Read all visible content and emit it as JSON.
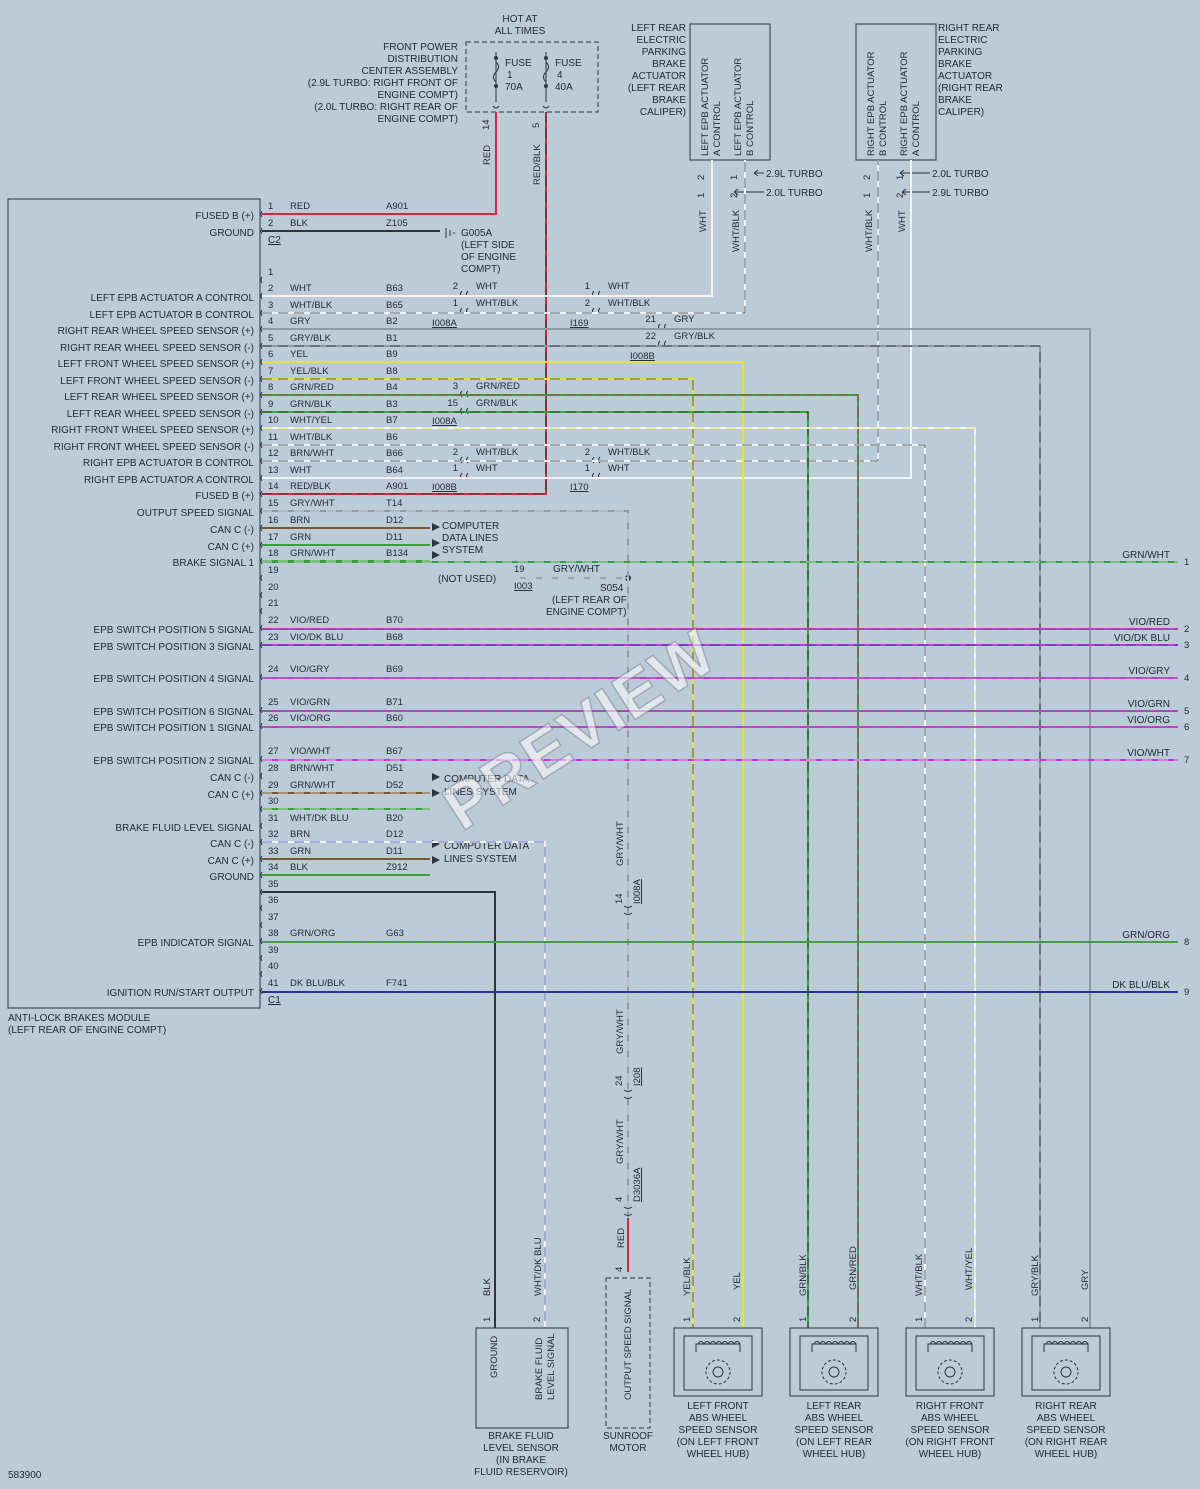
{
  "top": {
    "hot_at_all_times": [
      "HOT AT",
      "ALL TIMES"
    ],
    "pdc_label": [
      "FRONT POWER",
      "DISTRIBUTION",
      "CENTER ASSEMBLY",
      "(2.9L TURBO: RIGHT FRONT OF",
      "ENGINE COMPT)",
      "(2.0L TURBO: RIGHT REAR OF",
      "ENGINE COMPT)"
    ],
    "fuse1": [
      "FUSE",
      "1",
      "70A"
    ],
    "fuse2": [
      "FUSE",
      "4",
      "40A"
    ],
    "fuse1_pin": "14",
    "fuse2_pin": "5",
    "fuse1_wire": "RED",
    "fuse2_wire": "RED/BLK",
    "left_epb_title": [
      "LEFT REAR",
      "ELECTRIC",
      "PARKING",
      "BRAKE",
      "ACTUATOR",
      "(LEFT REAR",
      "BRAKE",
      "CALIPER)"
    ],
    "left_epb_pins": [
      "LEFT EPB ACTUATOR",
      "A CONTROL",
      "LEFT EPB ACTUATOR",
      "B CONTROL"
    ],
    "right_epb_title": [
      "RIGHT REAR",
      "ELECTRIC",
      "PARKING",
      "BRAKE",
      "ACTUATOR",
      "(RIGHT REAR",
      "BRAKE",
      "CALIPER)"
    ],
    "right_epb_pins": [
      "RIGHT EPB ACTUATOR",
      "B CONTROL",
      "RIGHT EPB ACTUATOR",
      "A CONTROL"
    ],
    "engine_29": "2.9L TURBO",
    "engine_20": "2.0L TURBO",
    "epb_pin_numbers": [
      "2",
      "1",
      "2",
      "1"
    ],
    "left_epb_wires": [
      "WHT",
      "WHT/BLK"
    ],
    "right_epb_wires": [
      "WHT/BLK",
      "WHT"
    ]
  },
  "module": {
    "name": "ANTI-LOCK BRAKES MODULE",
    "location": "(LEFT REAR OF ENGINE COMPT)",
    "c2": "C2",
    "c1": "C1",
    "ground_ref": [
      "G005A",
      "(LEFT SIDE",
      "OF ENGINE",
      "COMPT)"
    ]
  },
  "pins": [
    {
      "n": "1",
      "label": "FUSED B (+)",
      "color": "RED",
      "circuit": "A901"
    },
    {
      "n": "2",
      "label": "GROUND",
      "color": "BLK",
      "circuit": "Z105"
    },
    {
      "n": "1",
      "label": "",
      "color": "",
      "circuit": ""
    },
    {
      "n": "2",
      "label": "LEFT EPB ACTUATOR A CONTROL",
      "color": "WHT",
      "circuit": "B63"
    },
    {
      "n": "3",
      "label": "LEFT EPB ACTUATOR B CONTROL",
      "color": "WHT/BLK",
      "circuit": "B65"
    },
    {
      "n": "4",
      "label": "RIGHT REAR WHEEL SPEED SENSOR (+)",
      "color": "GRY",
      "circuit": "B2"
    },
    {
      "n": "5",
      "label": "RIGHT REAR WHEEL SPEED SENSOR (-)",
      "color": "GRY/BLK",
      "circuit": "B1"
    },
    {
      "n": "6",
      "label": "LEFT FRONT WHEEL SPEED SENSOR (+)",
      "color": "YEL",
      "circuit": "B9"
    },
    {
      "n": "7",
      "label": "LEFT FRONT WHEEL SPEED SENSOR (-)",
      "color": "YEL/BLK",
      "circuit": "B8"
    },
    {
      "n": "8",
      "label": "LEFT REAR WHEEL SPEED SENSOR (+)",
      "color": "GRN/RED",
      "circuit": "B4"
    },
    {
      "n": "9",
      "label": "LEFT REAR WHEEL SPEED SENSOR (-)",
      "color": "GRN/BLK",
      "circuit": "B3"
    },
    {
      "n": "10",
      "label": "RIGHT FRONT WHEEL SPEED SENSOR (+)",
      "color": "WHT/YEL",
      "circuit": "B7"
    },
    {
      "n": "11",
      "label": "RIGHT FRONT WHEEL SPEED SENSOR (-)",
      "color": "WHT/BLK",
      "circuit": "B6"
    },
    {
      "n": "12",
      "label": "RIGHT EPB ACTUATOR B CONTROL",
      "color": "BRN/WHT",
      "circuit": "B66"
    },
    {
      "n": "13",
      "label": "RIGHT EPB ACTUATOR A CONTROL",
      "color": "WHT",
      "circuit": "B64"
    },
    {
      "n": "14",
      "label": "FUSED B (+)",
      "color": "RED/BLK",
      "circuit": "A901"
    },
    {
      "n": "15",
      "label": "OUTPUT SPEED SIGNAL",
      "color": "GRY/WHT",
      "circuit": "T14"
    },
    {
      "n": "16",
      "label": "CAN C (-)",
      "color": "BRN",
      "circuit": "D12"
    },
    {
      "n": "17",
      "label": "CAN C (+)",
      "color": "GRN",
      "circuit": "D11"
    },
    {
      "n": "18",
      "label": "BRAKE SIGNAL 1",
      "color": "GRN/WHT",
      "circuit": "B134"
    },
    {
      "n": "19",
      "label": "",
      "color": "",
      "circuit": ""
    },
    {
      "n": "20",
      "label": "",
      "color": "",
      "circuit": ""
    },
    {
      "n": "21",
      "label": "",
      "color": "",
      "circuit": ""
    },
    {
      "n": "22",
      "label": "EPB SWITCH POSITION 5 SIGNAL",
      "color": "VIO/RED",
      "circuit": "B70"
    },
    {
      "n": "23",
      "label": "EPB SWITCH POSITION 3 SIGNAL",
      "color": "VIO/DK BLU",
      "circuit": "B68"
    },
    {
      "n": "24",
      "label": "EPB SWITCH POSITION 4 SIGNAL",
      "color": "VIO/GRY",
      "circuit": "B69"
    },
    {
      "n": "25",
      "label": "EPB SWITCH POSITION 6 SIGNAL",
      "color": "VIO/GRN",
      "circuit": "B71"
    },
    {
      "n": "26",
      "label": "EPB SWITCH POSITION 1 SIGNAL",
      "color": "VIO/ORG",
      "circuit": "B60"
    },
    {
      "n": "27",
      "label": "EPB SWITCH POSITION 2 SIGNAL",
      "color": "VIO/WHT",
      "circuit": "B67"
    },
    {
      "n": "28",
      "label": "CAN C (-)",
      "color": "BRN/WHT",
      "circuit": "D51"
    },
    {
      "n": "29",
      "label": "CAN C (+)",
      "color": "GRN/WHT",
      "circuit": "D52"
    },
    {
      "n": "30",
      "label": "",
      "color": "",
      "circuit": ""
    },
    {
      "n": "31",
      "label": "BRAKE FLUID LEVEL SIGNAL",
      "color": "WHT/DK BLU",
      "circuit": "B20"
    },
    {
      "n": "32",
      "label": "CAN C (-)",
      "color": "BRN",
      "circuit": "D12"
    },
    {
      "n": "33",
      "label": "CAN C (+)",
      "color": "GRN",
      "circuit": "D11"
    },
    {
      "n": "34",
      "label": "GROUND",
      "color": "BLK",
      "circuit": "Z912"
    },
    {
      "n": "35",
      "label": "",
      "color": "",
      "circuit": ""
    },
    {
      "n": "36",
      "label": "",
      "color": "",
      "circuit": ""
    },
    {
      "n": "37",
      "label": "",
      "color": "",
      "circuit": ""
    },
    {
      "n": "38",
      "label": "EPB INDICATOR SIGNAL",
      "color": "GRN/ORG",
      "circuit": "G63"
    },
    {
      "n": "39",
      "label": "",
      "color": "",
      "circuit": ""
    },
    {
      "n": "40",
      "label": "",
      "color": "",
      "circuit": ""
    },
    {
      "n": "41",
      "label": "IGNITION RUN/START OUTPUT",
      "color": "DK BLU/BLK",
      "circuit": "F741"
    }
  ],
  "inline": {
    "i008a": "I008A",
    "i008b": "I008B",
    "i169": "I169",
    "i170": "I170",
    "i003": "I003",
    "i208": "I208",
    "d3036a": "D3036A",
    "mid_rows": [
      {
        "pin": "2",
        "color": "WHT"
      },
      {
        "pin": "1",
        "color": "WHT/BLK"
      },
      {
        "pin": "3",
        "color": "GRN/RED"
      },
      {
        "pin": "15",
        "color": "GRN/BLK"
      },
      {
        "pin": "2",
        "color": "WHT/BLK"
      },
      {
        "pin": "1",
        "color": "WHT"
      }
    ],
    "right_rows": [
      {
        "pin": "1",
        "color": "WHT"
      },
      {
        "pin": "2",
        "color": "WHT/BLK"
      },
      {
        "pin": "21",
        "color": "GRY"
      },
      {
        "pin": "22",
        "color": "GRY/BLK"
      },
      {
        "pin": "2",
        "color": "WHT/BLK"
      },
      {
        "pin": "1",
        "color": "WHT"
      }
    ],
    "computer_data_1": [
      "COMPUTER",
      "DATA LINES",
      "SYSTEM"
    ],
    "computer_data_2": [
      "COMPUTER DATA",
      "LINES SYSTEM"
    ],
    "computer_data_3": [
      "COMPUTER DATA",
      "LINES SYSTEM"
    ],
    "not_used": "(NOT USED)",
    "s054_pin": "19",
    "s054_color": "GRY/WHT",
    "s054": [
      "S054",
      "(LEFT REAR OF",
      "ENGINE COMPT)"
    ],
    "vert_gry_wht": "GRY/WHT",
    "pin14": "14",
    "pin24": "24",
    "pin4": "4",
    "pin4b": "4",
    "red": "RED"
  },
  "right_connector": [
    {
      "color": "GRN/WHT",
      "n": "1"
    },
    {
      "color": "VIO/RED",
      "n": "2"
    },
    {
      "color": "VIO/DK BLU",
      "n": "3"
    },
    {
      "color": "VIO/GRY",
      "n": "4"
    },
    {
      "color": "VIO/GRN",
      "n": "5"
    },
    {
      "color": "VIO/ORG",
      "n": "6"
    },
    {
      "color": "VIO/WHT",
      "n": "7"
    },
    {
      "color": "GRN/ORG",
      "n": "8"
    },
    {
      "color": "DK BLU/BLK",
      "n": "9"
    }
  ],
  "bottom": {
    "fluid_sensor": {
      "name": [
        "BRAKE FLUID",
        "LEVEL SENSOR",
        "(IN BRAKE",
        "FLUID RESERVOIR)"
      ],
      "pin1": "GROUND",
      "pin2": [
        "BRAKE FLUID",
        "LEVEL SIGNAL"
      ],
      "w1": "BLK",
      "w2": "WHT/DK BLU",
      "n1": "1",
      "n2": "2"
    },
    "sunroof": {
      "name": [
        "SUNROOF",
        "MOTOR"
      ],
      "pin": "OUTPUT SPEED SIGNAL"
    },
    "sensors": [
      {
        "name": [
          "LEFT FRONT",
          "ABS WHEEL",
          "SPEED SENSOR",
          "(ON LEFT FRONT",
          "WHEEL HUB)"
        ],
        "w1": "YEL/BLK",
        "w2": "YEL",
        "n1": "1",
        "n2": "2"
      },
      {
        "name": [
          "LEFT REAR",
          "ABS WHEEL",
          "SPEED SENSOR",
          "(ON LEFT REAR",
          "WHEEL HUB)"
        ],
        "w1": "GRN/BLK",
        "w2": "GRN/RED",
        "n1": "1",
        "n2": "2"
      },
      {
        "name": [
          "RIGHT FRONT",
          "ABS WHEEL",
          "SPEED SENSOR",
          "(ON RIGHT FRONT",
          "WHEEL HUB)"
        ],
        "w1": "WHT/BLK",
        "w2": "WHT/YEL",
        "n1": "1",
        "n2": "2"
      },
      {
        "name": [
          "RIGHT REAR",
          "ABS WHEEL",
          "SPEED SENSOR",
          "(ON RIGHT REAR",
          "WHEEL HUB)"
        ],
        "w1": "GRY/BLK",
        "w2": "GRY",
        "n1": "1",
        "n2": "2"
      }
    ],
    "diagram_number": "583900",
    "watermark": "PREVIEW"
  },
  "colors": {
    "background": "#bccbd8",
    "red": "#d7263d",
    "black": "#333333",
    "white": "#f2f2f2",
    "gray": "#8f9aa3",
    "yellow": "#e8e23a",
    "green": "#3aa13a",
    "brown": "#7a5a2a",
    "violet": "#c23ad6",
    "blue": "#2838a8",
    "orange": "#e08a2a"
  }
}
